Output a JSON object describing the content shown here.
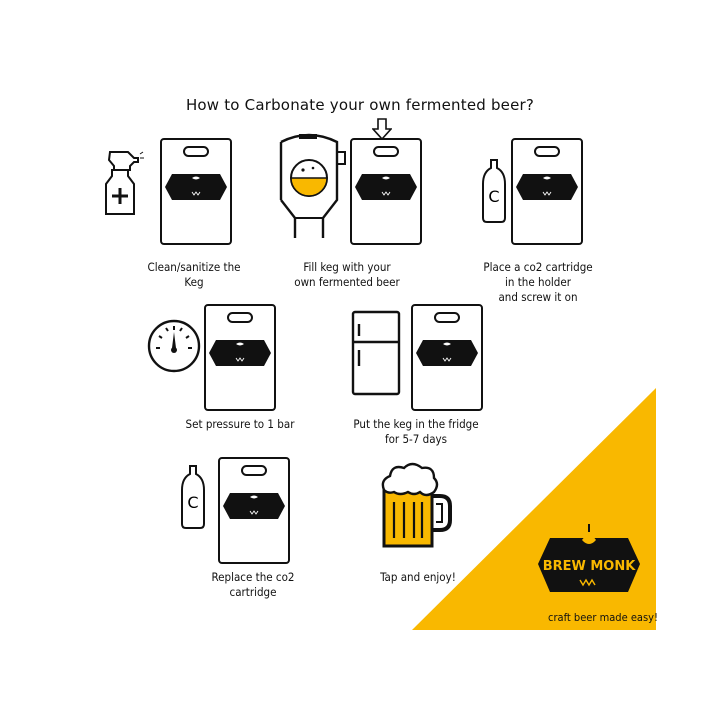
{
  "title": "How to Carbonate your own fermented beer?",
  "keg_label": "BREW MONK",
  "co2_letter": "C",
  "steps": [
    {
      "lines": [
        "Clean/sanitize the",
        "Keg"
      ]
    },
    {
      "lines": [
        "Fill keg with your",
        "own fermented beer"
      ]
    },
    {
      "lines": [
        "Place a co2 cartridge",
        "in the holder",
        "and screw it on"
      ]
    },
    {
      "lines": [
        "Set pressure to 1 bar"
      ]
    },
    {
      "lines": [
        "Put the keg in the fridge",
        "for 5-7 days"
      ]
    },
    {
      "lines": [
        "Replace the co2",
        "cartridge"
      ]
    },
    {
      "lines": [
        "Tap and enjoy!"
      ]
    }
  ],
  "brand": {
    "name": "BREW MONK",
    "tagline": "craft beer made easy!"
  },
  "colors": {
    "accent": "#F9B800",
    "ink": "#111111",
    "beer": "#F9B800",
    "foam": "#ffffff"
  },
  "icons": [
    "spray-bottle-icon",
    "keg-icon",
    "fermenter-icon",
    "down-arrow-icon",
    "co2-cartridge-icon",
    "pressure-gauge-icon",
    "fridge-icon",
    "beer-mug-icon"
  ]
}
